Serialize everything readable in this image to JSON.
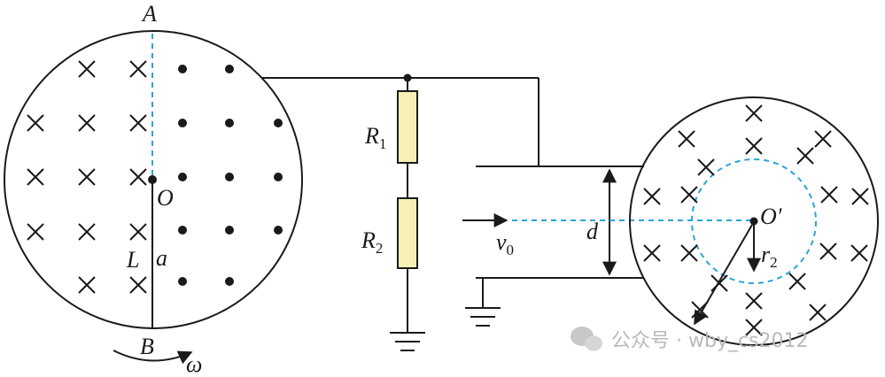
{
  "labels": {
    "A": "A",
    "B": "B",
    "O": "O",
    "L": "L",
    "a": "a",
    "omega": "ω",
    "R1": "R",
    "R1_sub": "1",
    "R2": "R",
    "R2_sub": "2",
    "v0": "v",
    "v0_sub": "0",
    "d": "d",
    "O_prime": "O′",
    "r2": "r",
    "r2_sub": "2"
  },
  "watermark": {
    "text": "公众号 · wby_cs2012"
  },
  "colors": {
    "line": "#1a1a1a",
    "dashed": "#2aa3d8",
    "resistor_fill": "#f7f0b5"
  },
  "field_symbols": {
    "into_page": "cross",
    "out_of_page": "dot"
  }
}
